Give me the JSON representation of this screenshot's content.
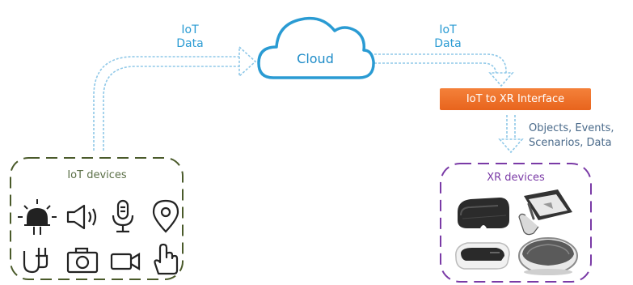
{
  "labels": {
    "iot_data_left": [
      "IoT",
      "Data"
    ],
    "iot_data_right": [
      "IoT",
      "Data"
    ],
    "cloud": "Cloud",
    "interface": "IoT to XR Interface",
    "exchange": [
      "Objects, Events,",
      "Scenarios, Data"
    ]
  },
  "groups": {
    "iot": {
      "title": "IoT devices",
      "icons": [
        "led-icon",
        "speaker-icon",
        "microphone-icon",
        "location-pin-icon",
        "plug-icon",
        "camera-icon",
        "video-camera-icon",
        "hand-pointer-icon"
      ]
    },
    "xr": {
      "title": "XR devices",
      "devices": [
        "vr-headset",
        "tablet-ar",
        "mixed-reality-headset",
        "smart-glasses"
      ]
    }
  },
  "colors": {
    "arrow": "#8fc8e8",
    "cloud": "#2a9bd3",
    "interface": "#ef7430",
    "iot_border": "#4a5a2a",
    "xr_border": "#7a3aa6",
    "exchange_text": "#4a6a8a"
  }
}
